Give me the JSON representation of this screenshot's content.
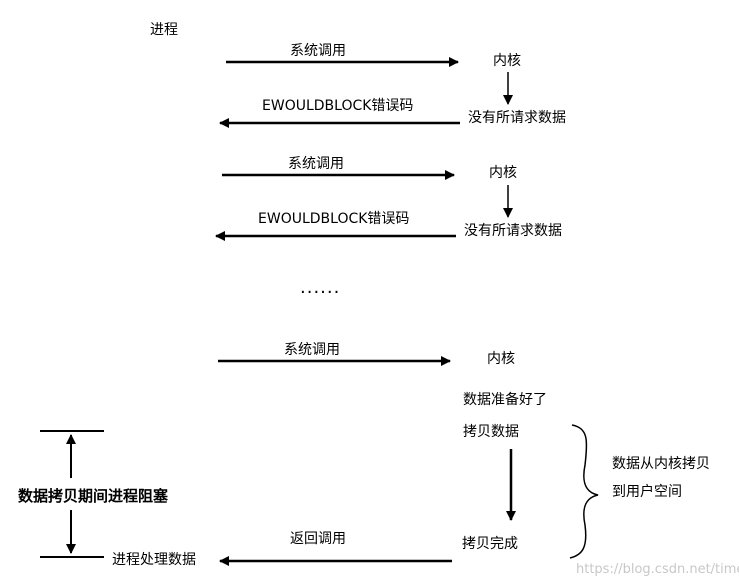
{
  "process_label": "进程",
  "rounds": [
    {
      "syscall": "系统调用",
      "kernel": "内核",
      "no_data": "没有所请求数据",
      "error": "EWOULDBLOCK错误码"
    },
    {
      "syscall": "系统调用",
      "kernel": "内核",
      "no_data": "没有所请求数据",
      "error": "EWOULDBLOCK错误码"
    }
  ],
  "ellipsis": "······",
  "final": {
    "syscall": "系统调用",
    "kernel": "内核",
    "data_ready": "数据准备好了",
    "copy_data": "拷贝数据",
    "copy_done": "拷贝完成",
    "return_call": "返回调用",
    "process_handle": "进程处理数据"
  },
  "copy_note": [
    "数据从内核拷贝",
    "到用户空间"
  ],
  "blocking_note": "数据拷贝期间进程阻塞",
  "watermark": "https://blog.csdn.net/timecur"
}
